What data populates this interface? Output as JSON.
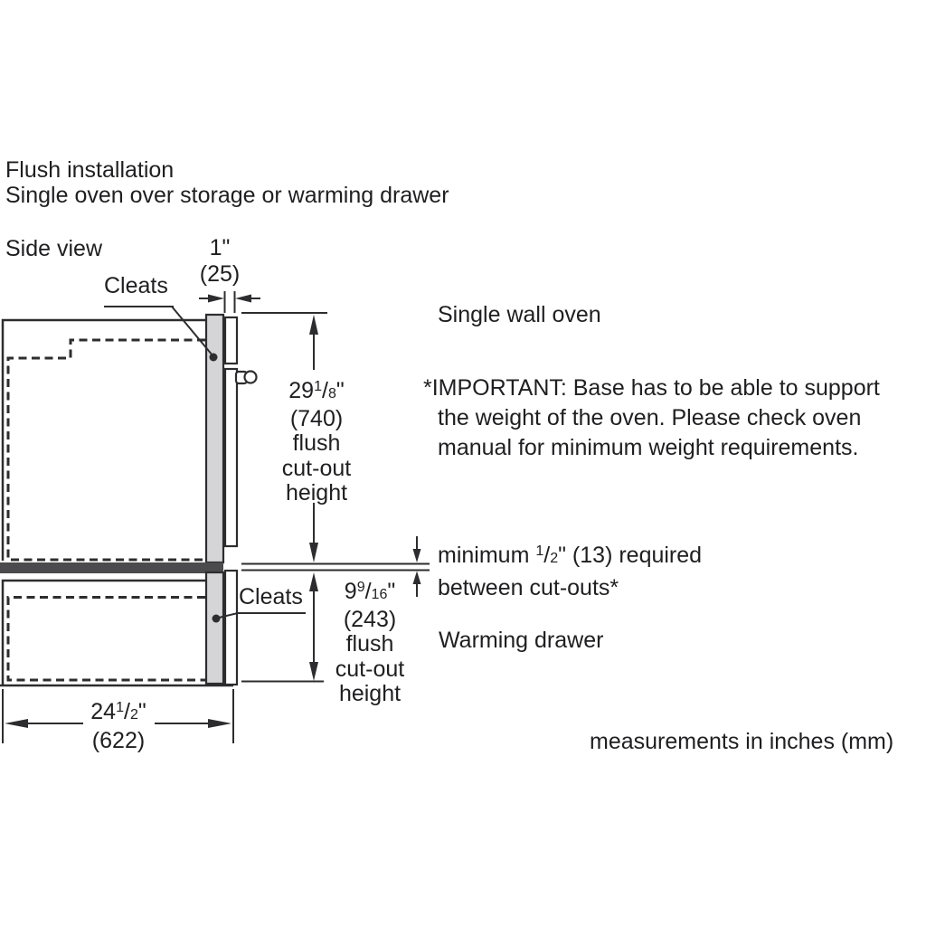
{
  "title": {
    "line1": "Flush installation",
    "line2": "Single oven over storage or warming drawer"
  },
  "side_view_label": "Side view",
  "glyphs": {
    "slash": "/"
  },
  "diagram": {
    "cleats_label_top": "Cleats",
    "cleats_label_bottom": "Cleats",
    "single_wall_oven_label": "Single wall oven",
    "warming_drawer_label": "Warming drawer",
    "dim_cleat": {
      "inches": "1\"",
      "mm": "(25)"
    },
    "dim_oven_cutout": {
      "whole": "29",
      "num": "1",
      "den": "8",
      "unit": "\"",
      "mm": "(740)",
      "line3": "flush",
      "line4": "cut-out",
      "line5": "height"
    },
    "dim_drawer_cutout": {
      "whole": "9",
      "num": "9",
      "den": "16",
      "unit": "\"",
      "mm": "(243)",
      "line3": "flush",
      "line4": "cut-out",
      "line5": "height"
    },
    "dim_depth": {
      "whole": "24",
      "num": "1",
      "den": "2",
      "unit": "\"",
      "mm": "(622)"
    },
    "min_gap_note": {
      "prefix": "minimum ",
      "num": "1",
      "den": "2",
      "suffix": "\" (13) required",
      "line2": "between cut-outs*"
    }
  },
  "important_note": {
    "lines": [
      "*IMPORTANT: Base has to be able to support",
      "the weight of the oven. Please check oven",
      "manual for minimum weight requirements."
    ]
  },
  "footer": {
    "units_label": "measurements in inches (mm)"
  },
  "colors": {
    "line": "#2d2d2f",
    "cleat_fill": "#d5d5d7",
    "base_fill": "#4b4b4d",
    "text": "#1f1f21"
  }
}
